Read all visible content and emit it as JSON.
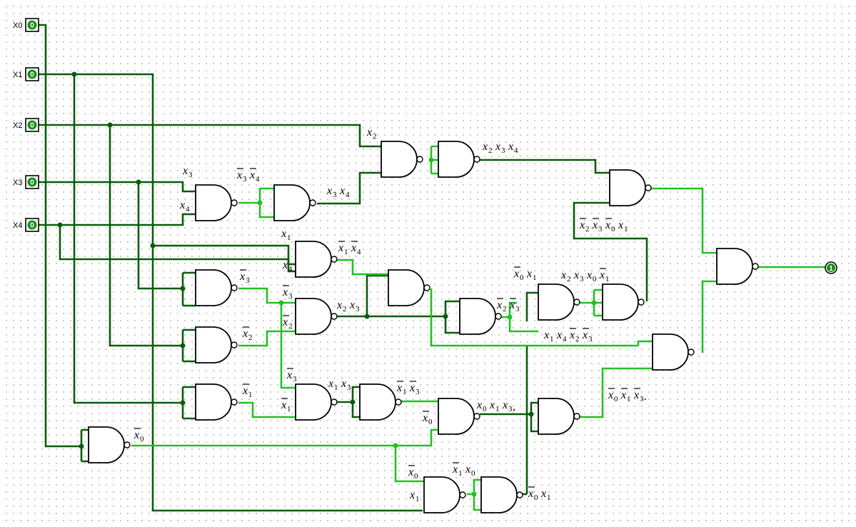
{
  "inputs": [
    {
      "name": "X0",
      "value": "0"
    },
    {
      "name": "X1",
      "value": "0"
    },
    {
      "name": "X2",
      "value": "0"
    },
    {
      "name": "X3",
      "value": "0"
    },
    {
      "name": "X4",
      "value": "0"
    }
  ],
  "output": {
    "value": "1"
  },
  "colors": {
    "wire_low": "#0a5c0a",
    "wire_high": "#22c122",
    "background": "#ffffff"
  },
  "gate_type": "NAND",
  "term_labels": [
    {
      "id": "lbl-x2",
      "terms": [
        {
          "v": "x",
          "s": "2",
          "o": false
        }
      ]
    },
    {
      "id": "lbl-x2x3x4",
      "terms": [
        {
          "v": "x",
          "s": "2",
          "o": false
        },
        {
          "v": "x",
          "s": "3",
          "o": false
        },
        {
          "v": "x",
          "s": "4",
          "o": false
        }
      ]
    },
    {
      "id": "lbl-x3-in",
      "terms": [
        {
          "v": "x",
          "s": "3",
          "o": false
        }
      ]
    },
    {
      "id": "lbl-x4-in",
      "terms": [
        {
          "v": "x",
          "s": "4",
          "o": false
        }
      ]
    },
    {
      "id": "lbl-nx3nx4",
      "terms": [
        {
          "v": "x",
          "s": "3",
          "o": true
        },
        {
          "v": "x",
          "s": "4",
          "o": true
        }
      ]
    },
    {
      "id": "lbl-x3x4",
      "terms": [
        {
          "v": "x",
          "s": "3",
          "o": false
        },
        {
          "v": "x",
          "s": "4",
          "o": false
        }
      ]
    },
    {
      "id": "lbl-nx2nx3nx0x1",
      "terms": [
        {
          "v": "x",
          "s": "2",
          "o": true
        },
        {
          "v": "x",
          "s": "3",
          "o": true
        },
        {
          "v": "x",
          "s": "0",
          "o": true
        },
        {
          "v": "x",
          "s": "1",
          "o": false
        }
      ]
    },
    {
      "id": "lbl-x1-in",
      "terms": [
        {
          "v": "x",
          "s": "1",
          "o": false
        }
      ]
    },
    {
      "id": "lbl-nx1nx4",
      "terms": [
        {
          "v": "x",
          "s": "1",
          "o": true
        },
        {
          "v": "x",
          "s": "4",
          "o": true
        }
      ]
    },
    {
      "id": "lbl-x4b-in",
      "terms": [
        {
          "v": "x",
          "s": "4",
          "o": false
        }
      ]
    },
    {
      "id": "lbl-nx3",
      "terms": [
        {
          "v": "x",
          "s": "3",
          "o": true
        }
      ]
    },
    {
      "id": "lbl-nx3-in",
      "terms": [
        {
          "v": "x",
          "s": "3",
          "o": true
        }
      ]
    },
    {
      "id": "lbl-nx2-in",
      "terms": [
        {
          "v": "x",
          "s": "2",
          "o": true
        }
      ]
    },
    {
      "id": "lbl-x2x3",
      "terms": [
        {
          "v": "x",
          "s": "2",
          "o": false
        },
        {
          "v": "x",
          "s": "3",
          "o": false
        }
      ]
    },
    {
      "id": "lbl-nx2nx3",
      "terms": [
        {
          "v": "x",
          "s": "2",
          "o": true
        },
        {
          "v": "x",
          "s": "3",
          "o": true
        }
      ]
    },
    {
      "id": "lbl-nx0x1-top",
      "terms": [
        {
          "v": "x",
          "s": "0",
          "o": true
        },
        {
          "v": "x",
          "s": "1",
          "o": false
        }
      ]
    },
    {
      "id": "lbl-x2x3x0nx1",
      "terms": [
        {
          "v": "x",
          "s": "2",
          "o": false
        },
        {
          "v": "x",
          "s": "3",
          "o": false
        },
        {
          "v": "x",
          "s": "0",
          "o": false
        },
        {
          "v": "x",
          "s": "1",
          "o": true
        }
      ]
    },
    {
      "id": "lbl-x1x4nx2nx3",
      "terms": [
        {
          "v": "x",
          "s": "1",
          "o": false
        },
        {
          "v": "x",
          "s": "4",
          "o": false
        },
        {
          "v": "x",
          "s": "2",
          "o": true
        },
        {
          "v": "x",
          "s": "3",
          "o": true
        }
      ]
    },
    {
      "id": "lbl-nx2",
      "terms": [
        {
          "v": "x",
          "s": "2",
          "o": true
        }
      ]
    },
    {
      "id": "lbl-nx3-in2",
      "terms": [
        {
          "v": "x",
          "s": "3",
          "o": true
        }
      ]
    },
    {
      "id": "lbl-x1x3",
      "terms": [
        {
          "v": "x",
          "s": "1",
          "o": false
        },
        {
          "v": "x",
          "s": "3",
          "o": false
        }
      ]
    },
    {
      "id": "lbl-nx1nx3",
      "terms": [
        {
          "v": "x",
          "s": "1",
          "o": true
        },
        {
          "v": "x",
          "s": "3",
          "o": true
        }
      ]
    },
    {
      "id": "lbl-nx1",
      "terms": [
        {
          "v": "x",
          "s": "1",
          "o": true
        }
      ]
    },
    {
      "id": "lbl-nx1-in",
      "terms": [
        {
          "v": "x",
          "s": "1",
          "o": true
        }
      ]
    },
    {
      "id": "lbl-nx0-in",
      "terms": [
        {
          "v": "x",
          "s": "0",
          "o": true
        }
      ]
    },
    {
      "id": "lbl-x0x1x3",
      "terms": [
        {
          "v": "x",
          "s": "0",
          "o": false
        },
        {
          "v": "x",
          "s": "1",
          "o": false
        },
        {
          "v": "x",
          "s": "3",
          "o": false
        }
      ],
      "trail": ","
    },
    {
      "id": "lbl-nx0nx1nx3",
      "terms": [
        {
          "v": "x",
          "s": "0",
          "o": true
        },
        {
          "v": "x",
          "s": "1",
          "o": true
        },
        {
          "v": "x",
          "s": "3",
          "o": true
        }
      ],
      "trail": "."
    },
    {
      "id": "lbl-nx0",
      "terms": [
        {
          "v": "x",
          "s": "0",
          "o": true
        }
      ]
    },
    {
      "id": "lbl-nx0-in2",
      "terms": [
        {
          "v": "x",
          "s": "0",
          "o": true
        }
      ]
    },
    {
      "id": "lbl-nx1x0",
      "terms": [
        {
          "v": "x",
          "s": "1",
          "o": true
        },
        {
          "v": "x",
          "s": "0",
          "o": false
        }
      ]
    },
    {
      "id": "lbl-x1-in2",
      "terms": [
        {
          "v": "x",
          "s": "1",
          "o": false
        }
      ]
    },
    {
      "id": "lbl-nx0x1-bot",
      "terms": [
        {
          "v": "x",
          "s": "0",
          "o": true
        },
        {
          "v": "x",
          "s": "1",
          "o": false
        }
      ]
    }
  ]
}
